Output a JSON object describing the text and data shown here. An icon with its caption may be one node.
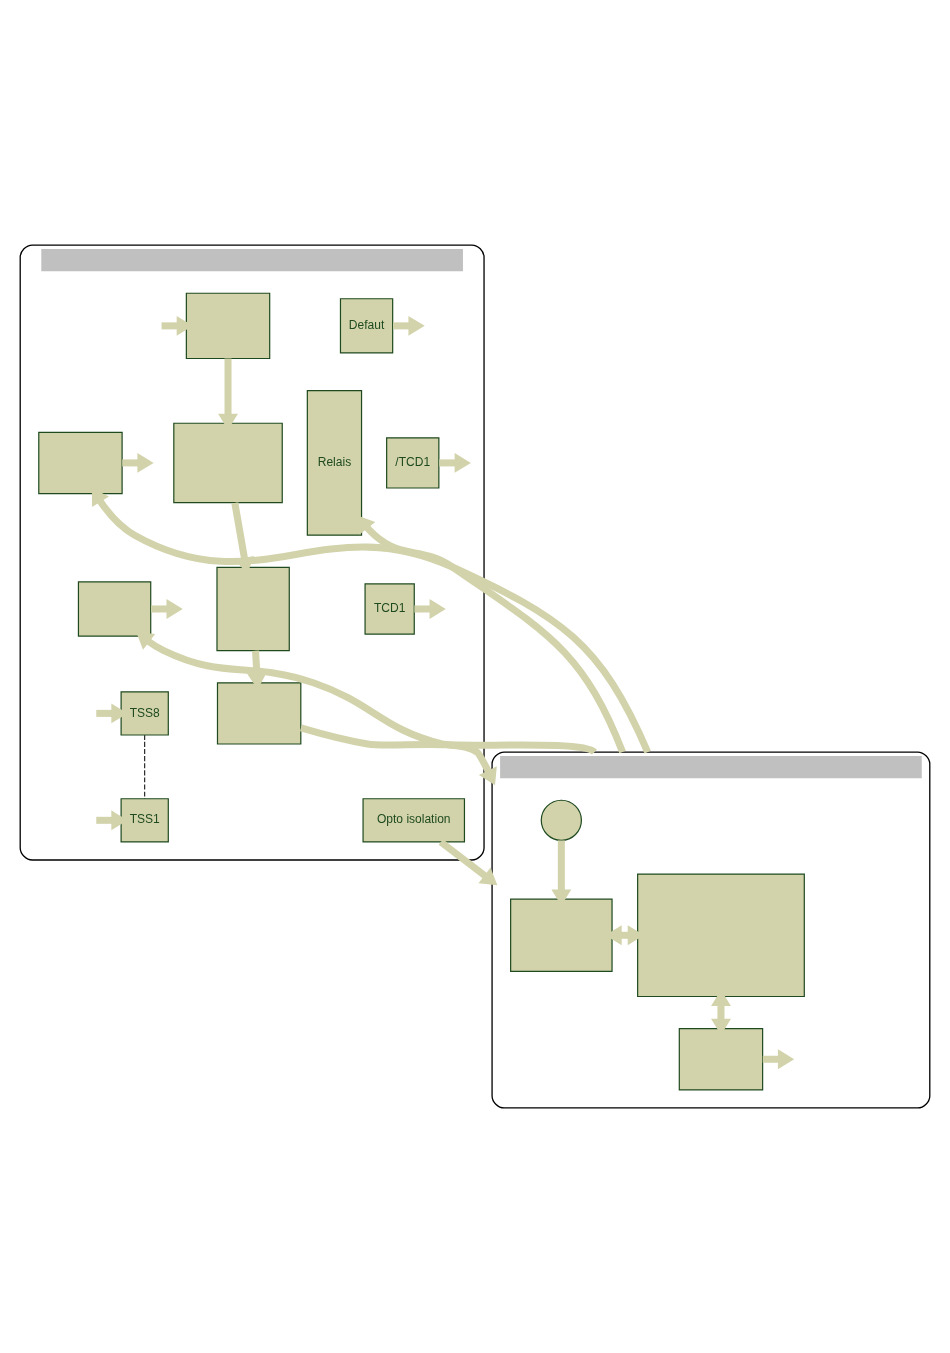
{
  "diagram": {
    "nodes": [
      {
        "text": [],
        "shape": "box"
      },
      {
        "text": [
          "Defaut"
        ],
        "in": 0
      },
      {
        "text": [
          "/TCD1"
        ],
        "in": 0
      },
      {
        "text": [
          "TCD1"
        ],
        "in": 0
      },
      {
        "text": [
          "TSS8"
        ],
        "in": 0
      },
      {
        "text": [
          "TSS1"
        ],
        "in": 0
      },
      {
        "text": [
          "Relais"
        ],
        "in": 0
      },
      {
        "text": [
          "Opto isolation"
        ],
        "in": 0
      },
      {
        "text": [],
        "shape": "box",
        "in": 0
      },
      {
        "text": [],
        "shape": "box",
        "in": 0
      },
      {
        "text": [],
        "shape": "box",
        "in": 0
      },
      {
        "text": [],
        "shape": "box",
        "in": 0
      },
      {
        "text": [],
        "shape": "box",
        "in": 0
      },
      {
        "text": [],
        "shape": "box",
        "in": 0
      },
      {
        "text": [],
        "shape": "box"
      },
      {
        "text": [],
        "shape": "box",
        "in": 14
      },
      {
        "text": [],
        "shape": "box",
        "in": 14
      },
      {
        "text": [],
        "shape": "circle",
        "in": 14
      },
      {
        "text": [],
        "shape": "box",
        "in": 14
      }
    ],
    "edges": [
      {
        "from": 1,
        "to": null,
        "arrow": "to"
      },
      {
        "from": 2,
        "to": null,
        "arrow": "to"
      },
      {
        "from": 3,
        "to": null,
        "arrow": "to"
      },
      {
        "from": null,
        "to": 4,
        "arrow": "to"
      },
      {
        "from": null,
        "to": 5,
        "arrow": "to"
      },
      {
        "from": 4,
        "to": 5,
        "arrow": "none",
        "style": "dashed",
        "color": "#000000"
      },
      {
        "from": null,
        "to": 9,
        "arrow": "to"
      },
      {
        "from": 9,
        "to": 8,
        "arrow": "to"
      },
      {
        "from": 8,
        "to": 10,
        "arrow": "to"
      },
      {
        "from": 10,
        "to": 12,
        "arrow": "to"
      },
      {
        "from": 11,
        "to": null,
        "arrow": "to"
      },
      {
        "from": 13,
        "to": null,
        "arrow": "to"
      },
      {
        "from": 7,
        "to": 14,
        "arrow": "to"
      },
      {
        "from": 14,
        "to": 6,
        "arrow": "to"
      },
      {
        "from": 12,
        "to": 14,
        "arrow": "to"
      },
      {
        "from": 14,
        "to": 11,
        "arrow": "to"
      },
      {
        "from": 14,
        "to": 13,
        "arrow": "to"
      },
      {
        "from": 17,
        "to": 15,
        "arrow": "to"
      },
      {
        "from": 15,
        "to": 16,
        "arrow": "both"
      },
      {
        "from": 16,
        "to": 18,
        "arrow": "both"
      },
      {
        "from": 18,
        "to": null,
        "arrow": "to"
      }
    ]
  }
}
